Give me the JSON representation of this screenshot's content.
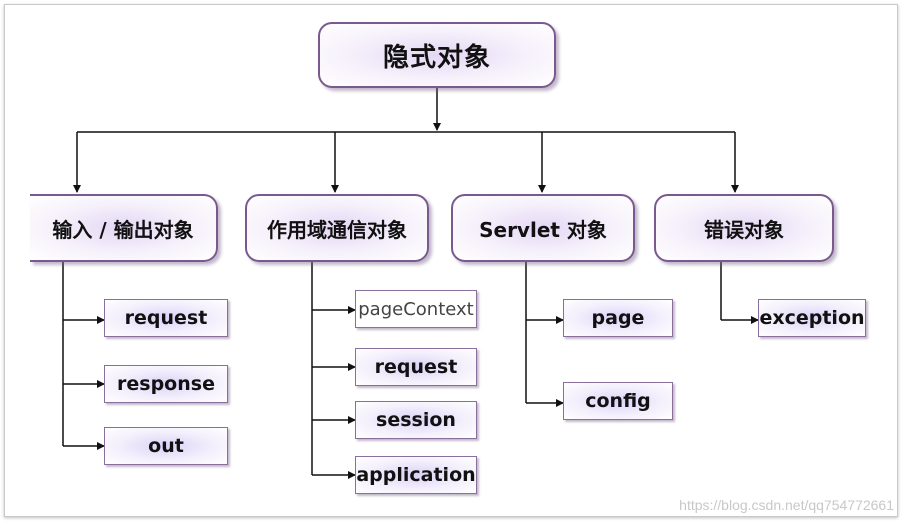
{
  "root": {
    "label": "隐式对象"
  },
  "categories": [
    {
      "label": "输入 / 输出对象",
      "children": [
        "request",
        "response",
        "out"
      ]
    },
    {
      "label": "作用域通信对象",
      "children": [
        "pageContext",
        "request",
        "session",
        "application"
      ]
    },
    {
      "label": "Servlet 对象",
      "children": [
        "page",
        "config"
      ]
    },
    {
      "label": "错误对象",
      "children": [
        "exception"
      ]
    }
  ],
  "watermark": "https://blog.csdn.net/qq754772661",
  "colors": {
    "border": "#7a5a8e",
    "fill": "#e4d7f5",
    "line": "#111111"
  }
}
